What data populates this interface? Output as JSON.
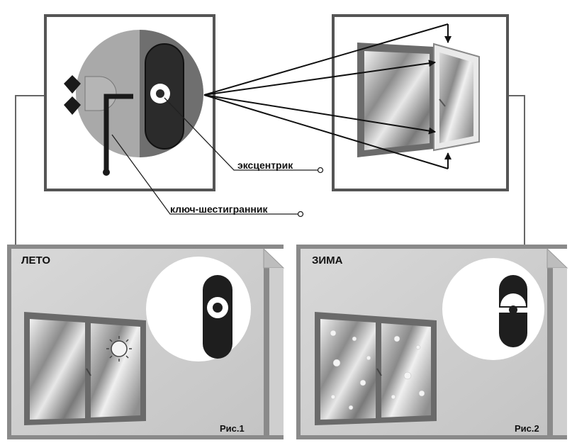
{
  "labels": {
    "eccentric": "эксцентрик",
    "hex_key": "ключ-шестигранник",
    "summer": "ЛЕТО",
    "winter": "ЗИМА",
    "figure1": "Рис.1",
    "figure2": "Рис.2"
  },
  "colors": {
    "frame": "#555555",
    "panel": "#cfcfcf",
    "circle": "#a8a8a8",
    "handle_dark": "#2a2a2a",
    "glass": "#9a9a9a"
  }
}
